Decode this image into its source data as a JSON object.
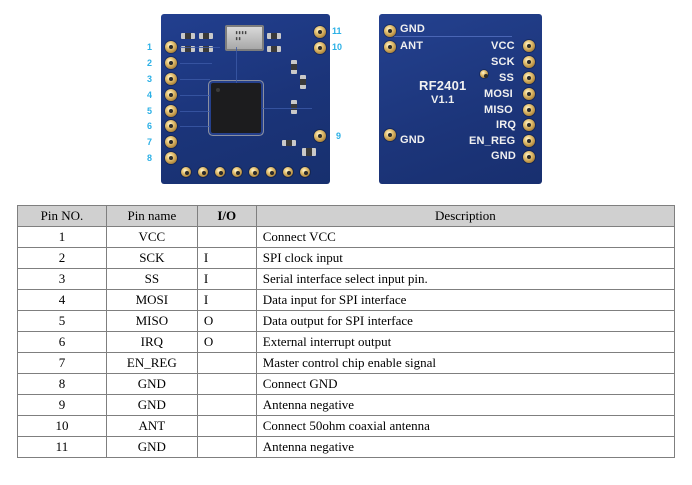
{
  "front_board": {
    "pin_labels": [
      "1",
      "2",
      "3",
      "4",
      "5",
      "6",
      "7",
      "8",
      "9",
      "10",
      "11"
    ]
  },
  "back_board": {
    "model": "RF2401",
    "version": "V1.1",
    "labels": {
      "gnd_top": "GND",
      "ant": "ANT",
      "gnd_bottom": "GND",
      "right": [
        "VCC",
        "SCK",
        "SS",
        "MOSI",
        "MISO",
        "IRQ",
        "EN_REG",
        "GND"
      ]
    }
  },
  "table": {
    "headers": [
      "Pin NO.",
      "Pin name",
      "I/O",
      "Description"
    ],
    "rows": [
      {
        "no": "1",
        "name": "VCC",
        "io": "",
        "desc": "Connect VCC"
      },
      {
        "no": "2",
        "name": "SCK",
        "io": "I",
        "desc": "SPI clock input"
      },
      {
        "no": "3",
        "name": "SS",
        "io": "I",
        "desc": "Serial interface select input pin."
      },
      {
        "no": "4",
        "name": "MOSI",
        "io": "I",
        "desc": "Data input for SPI interface"
      },
      {
        "no": "5",
        "name": "MISO",
        "io": "O",
        "desc": "Data output for SPI interface"
      },
      {
        "no": "6",
        "name": "IRQ",
        "io": "O",
        "desc": "External interrupt output"
      },
      {
        "no": "7",
        "name": "EN_REG",
        "io": "",
        "desc": "Master control chip enable signal"
      },
      {
        "no": "8",
        "name": "GND",
        "io": "",
        "desc": "Connect GND"
      },
      {
        "no": "9",
        "name": "GND",
        "io": "",
        "desc": "Antenna negative"
      },
      {
        "no": "10",
        "name": "ANT",
        "io": "",
        "desc": "Connect 50ohm coaxial antenna"
      },
      {
        "no": "11",
        "name": "GND",
        "io": "",
        "desc": "Antenna negative"
      }
    ]
  },
  "colors": {
    "pcb": "#1d3781",
    "pin_label": "#2bb0e6",
    "header_bg": "#d0d0d0"
  }
}
